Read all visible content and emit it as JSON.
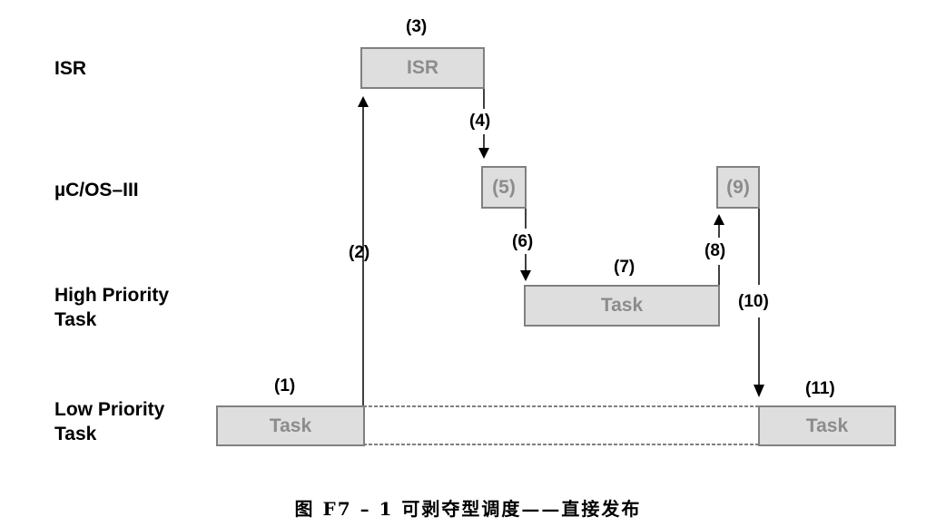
{
  "rows": {
    "isr": "ISR",
    "os": "µC/OS–III",
    "high": [
      "High Priority",
      "Task"
    ],
    "low": [
      "Low Priority",
      "Task"
    ]
  },
  "boxes": {
    "isr": "ISR",
    "os_enter": "(5)",
    "os_exit": "(9)",
    "high_task": "Task",
    "low_task_before": "Task",
    "low_task_after": "Task"
  },
  "steps": {
    "s1": "(1)",
    "s2": "(2)",
    "s3": "(3)",
    "s4": "(4)",
    "s6": "(6)",
    "s7": "(7)",
    "s8": "(8)",
    "s10": "(10)",
    "s11": "(11)"
  },
  "caption": "图 F7 – 1   可剥夺型调度——直接发布",
  "colors": {
    "box_fill": "#dedede",
    "box_border": "#808080",
    "box_text": "#8c8c8c",
    "line": "#000000"
  }
}
